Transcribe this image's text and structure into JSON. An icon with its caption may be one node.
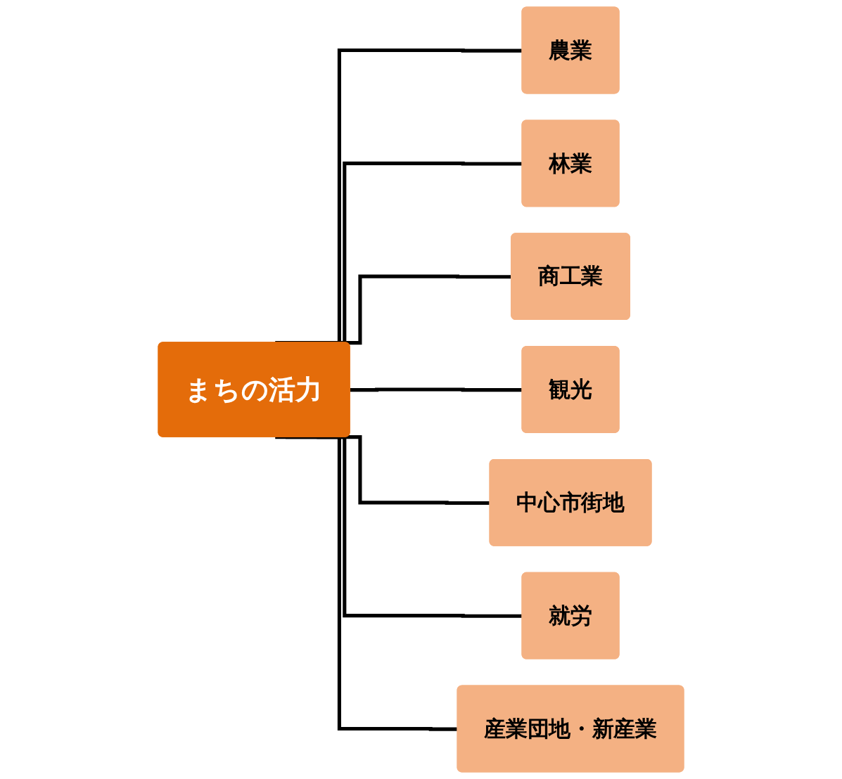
{
  "diagram": {
    "nodes": [
      {
        "text": [
          "まちの活力"
        ]
      },
      {
        "text": [
          "農業"
        ]
      },
      {
        "text": [
          "林業"
        ]
      },
      {
        "text": [
          "商工業"
        ]
      },
      {
        "text": [
          "観光"
        ]
      },
      {
        "text": [
          "中心市街地"
        ]
      },
      {
        "text": [
          "就労"
        ]
      },
      {
        "text": [
          "産業団地・新産業"
        ]
      }
    ],
    "edges": [
      {
        "from": 0,
        "to": 1,
        "arrow": "none"
      },
      {
        "from": 0,
        "to": 2,
        "arrow": "none"
      },
      {
        "from": 0,
        "to": 3,
        "arrow": "none"
      },
      {
        "from": 0,
        "to": 4,
        "arrow": "none"
      },
      {
        "from": 0,
        "to": 5,
        "arrow": "none"
      },
      {
        "from": 0,
        "to": 6,
        "arrow": "none"
      },
      {
        "from": 0,
        "to": 7,
        "arrow": "none"
      }
    ]
  }
}
